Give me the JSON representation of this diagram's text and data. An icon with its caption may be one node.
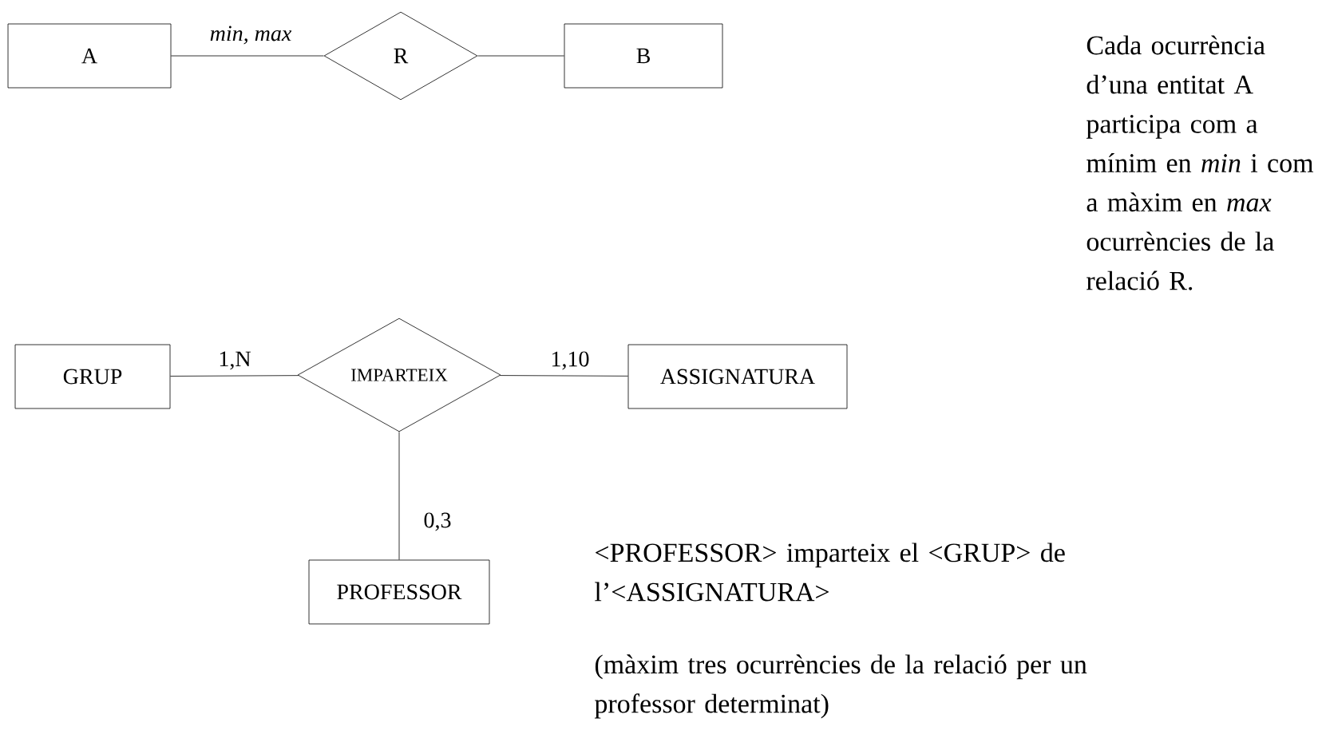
{
  "diagram": {
    "nodes": [
      {
        "text": [
          "A"
        ]
      },
      {
        "text": [
          "R"
        ]
      },
      {
        "text": [
          "B"
        ]
      },
      {
        "text": [
          "GRUP"
        ]
      },
      {
        "text": [
          "IMPARTEIX"
        ]
      },
      {
        "text": [
          "ASSIGNATURA"
        ]
      },
      {
        "text": [
          "PROFESSOR"
        ]
      }
    ],
    "edges": [
      {
        "from": 0,
        "to": 1,
        "arrow": "none",
        "label": "min, max"
      },
      {
        "from": 1,
        "to": 2,
        "arrow": "none"
      },
      {
        "from": 3,
        "to": 4,
        "arrow": "none",
        "label": "1,N"
      },
      {
        "from": 4,
        "to": 5,
        "arrow": "none",
        "label": "1,10"
      },
      {
        "from": 4,
        "to": 6,
        "arrow": "none",
        "label": "0,3"
      }
    ],
    "labels": [
      "Cada ocurrència d’una entitat A participa com a mínim en *min* i com a màxim en *max* ocurrències de la relació R.",
      "<PROFESSOR> imparteix el <GRUP> de l’<ASSIGNATURA>",
      "(màxim tres ocurrències de la relació per un professor determinat)"
    ]
  }
}
